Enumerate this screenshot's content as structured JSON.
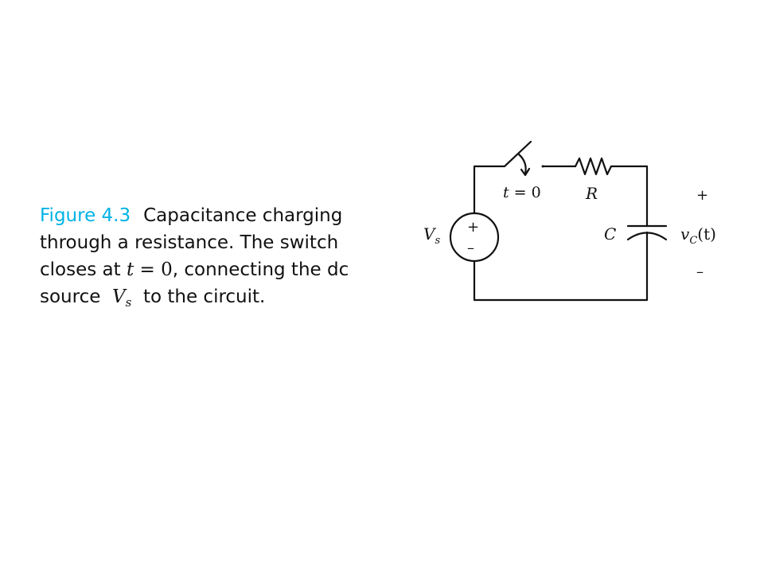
{
  "caption": {
    "figure_label": "Figure 4.3",
    "line1": "Capacitance charging",
    "line2": "through a resistance.  The switch",
    "line3_pre": "closes at",
    "line3_math_var": "t",
    "line3_math_eq": " = 0",
    "line3_post": ", connecting the dc",
    "line4_pre": "source",
    "line4_math_var": "V",
    "line4_math_sub": "s",
    "line4_post": "to the circuit."
  },
  "circuit": {
    "switch_label_var": "t",
    "switch_label_eq": " = 0",
    "resistor_label": "R",
    "capacitor_label": "C",
    "source_label_var": "V",
    "source_label_sub": "s",
    "source_plus": "+",
    "source_minus": "–",
    "output_plus": "+",
    "output_minus": "–",
    "output_label_var": "v",
    "output_label_sub": "C",
    "output_label_arg": "(t)",
    "caption_color": "#00b3e6"
  }
}
